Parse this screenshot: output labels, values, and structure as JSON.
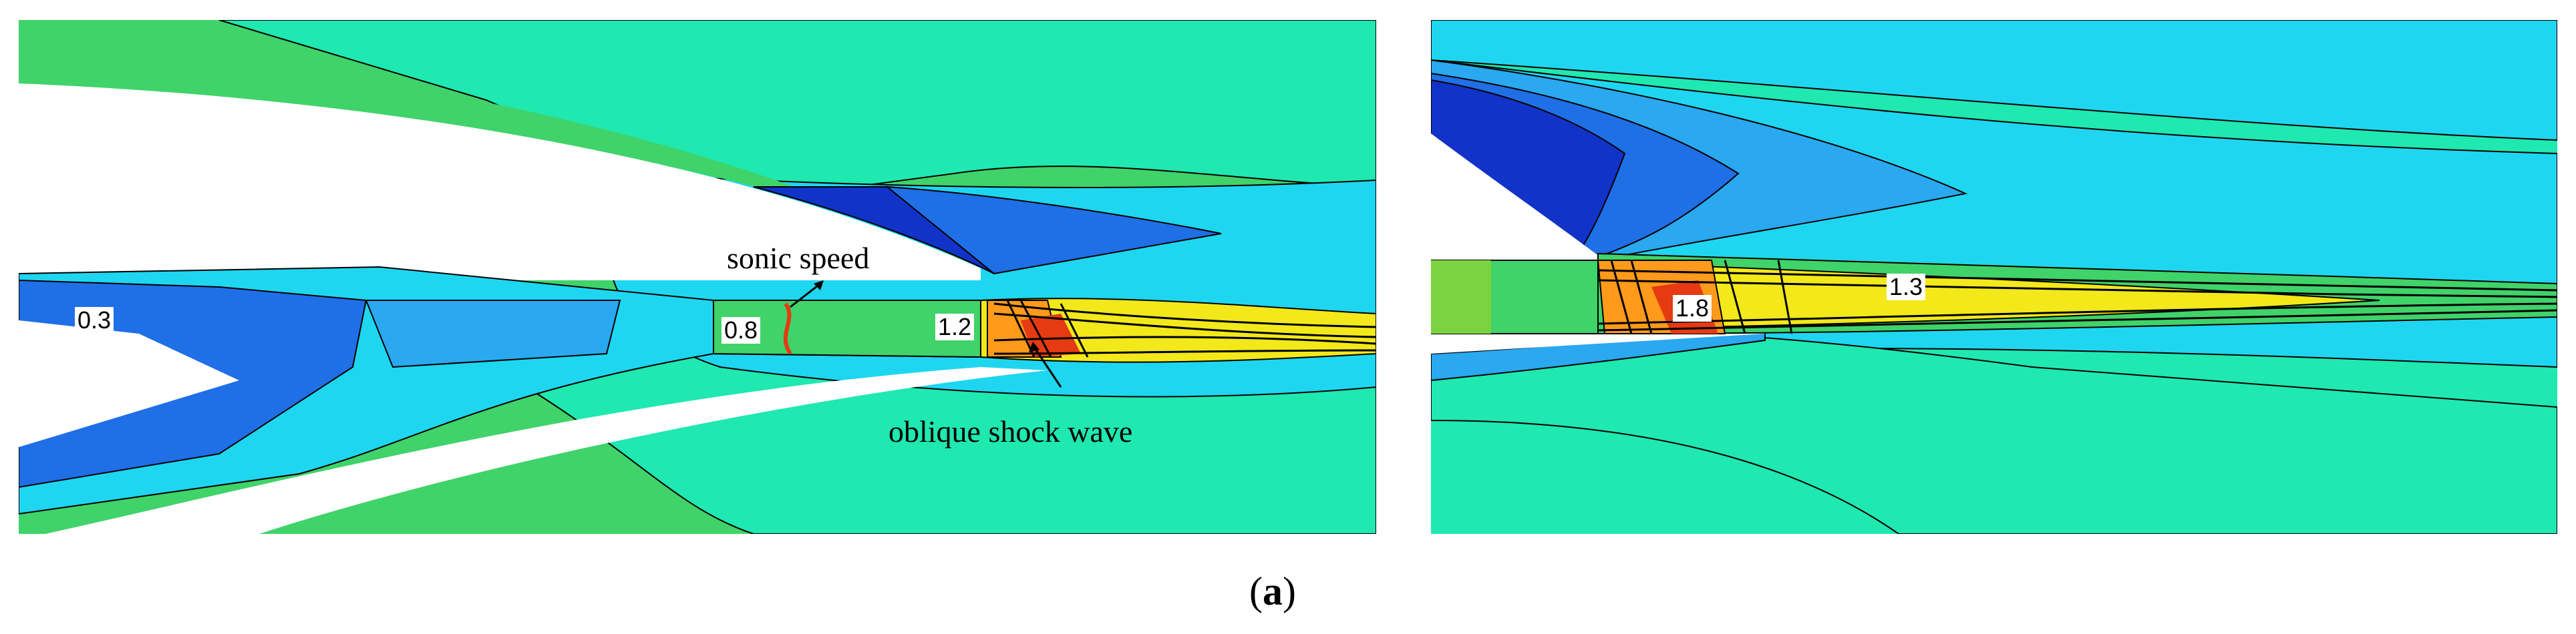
{
  "figure": {
    "caption_letter": "a",
    "left_panel": {
      "contour_labels": [
        "0.3",
        "0.8",
        "1.2"
      ],
      "annotations": {
        "sonic": "sonic speed",
        "shock": "oblique shock wave"
      }
    },
    "right_panel": {
      "contour_labels": [
        "1.8",
        "1.3"
      ]
    },
    "colors": {
      "green": "#3fd36a",
      "teal": "#1fe8b0",
      "cyan": "#1fd6f0",
      "light_blue": "#2aa8f0",
      "blue": "#1f6fe6",
      "dark_blue": "#1233c8",
      "yellow": "#f3e81a",
      "orange": "#ff9a1a",
      "red": "#e63a12"
    }
  }
}
